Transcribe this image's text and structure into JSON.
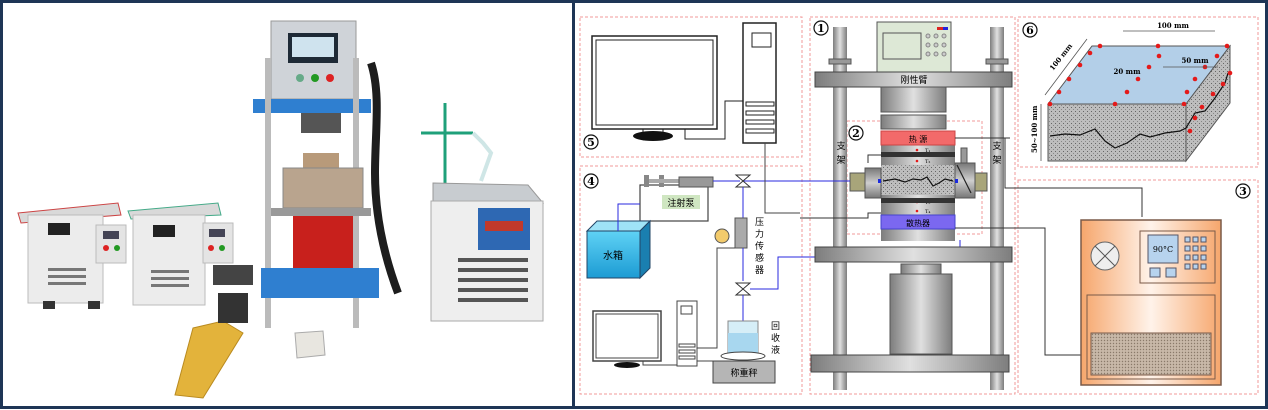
{
  "photo": {
    "description": "Photograph of laboratory apparatus: press with touch screen, two water baths, chiller with stand, hydraulic pump and specimen block"
  },
  "schematic": {
    "sections": [
      {
        "id": "1",
        "label": "1"
      },
      {
        "id": "2",
        "label": "2"
      },
      {
        "id": "3",
        "label": "3"
      },
      {
        "id": "4",
        "label": "4"
      },
      {
        "id": "5",
        "label": "5"
      },
      {
        "id": "6",
        "label": "6"
      }
    ],
    "labels": {
      "rigid_arm": "刚性臂",
      "support_left": "支架",
      "support_right": "支架",
      "heat_source": "热 源",
      "heat_sink": "散热器",
      "t1": "T₁",
      "t2": "T₂",
      "t3": "T₃",
      "t4": "T₄",
      "syringe_pump": "注射泵",
      "water_tank": "水箱",
      "pressure_sensor": "压力传感器",
      "recovery_liquid": "回收液",
      "balance": "称重秤",
      "thermostat_temp": "90°C",
      "dim_top": "100 mm",
      "dim_side": "100 mm",
      "dim_height": "50~100 mm",
      "dim_spacing_long": "50 mm",
      "dim_spacing_short": "20 mm"
    },
    "colors": {
      "frame": "#1e3556",
      "zone_border": "#f19a9a",
      "heat_source": "#f26a6a",
      "heat_sink": "#7b68f0",
      "water_line": "#2a2adf",
      "thermostat": "#f7b98a",
      "specimen_top": "#b3cfe8",
      "points": "#e41a1a"
    }
  }
}
